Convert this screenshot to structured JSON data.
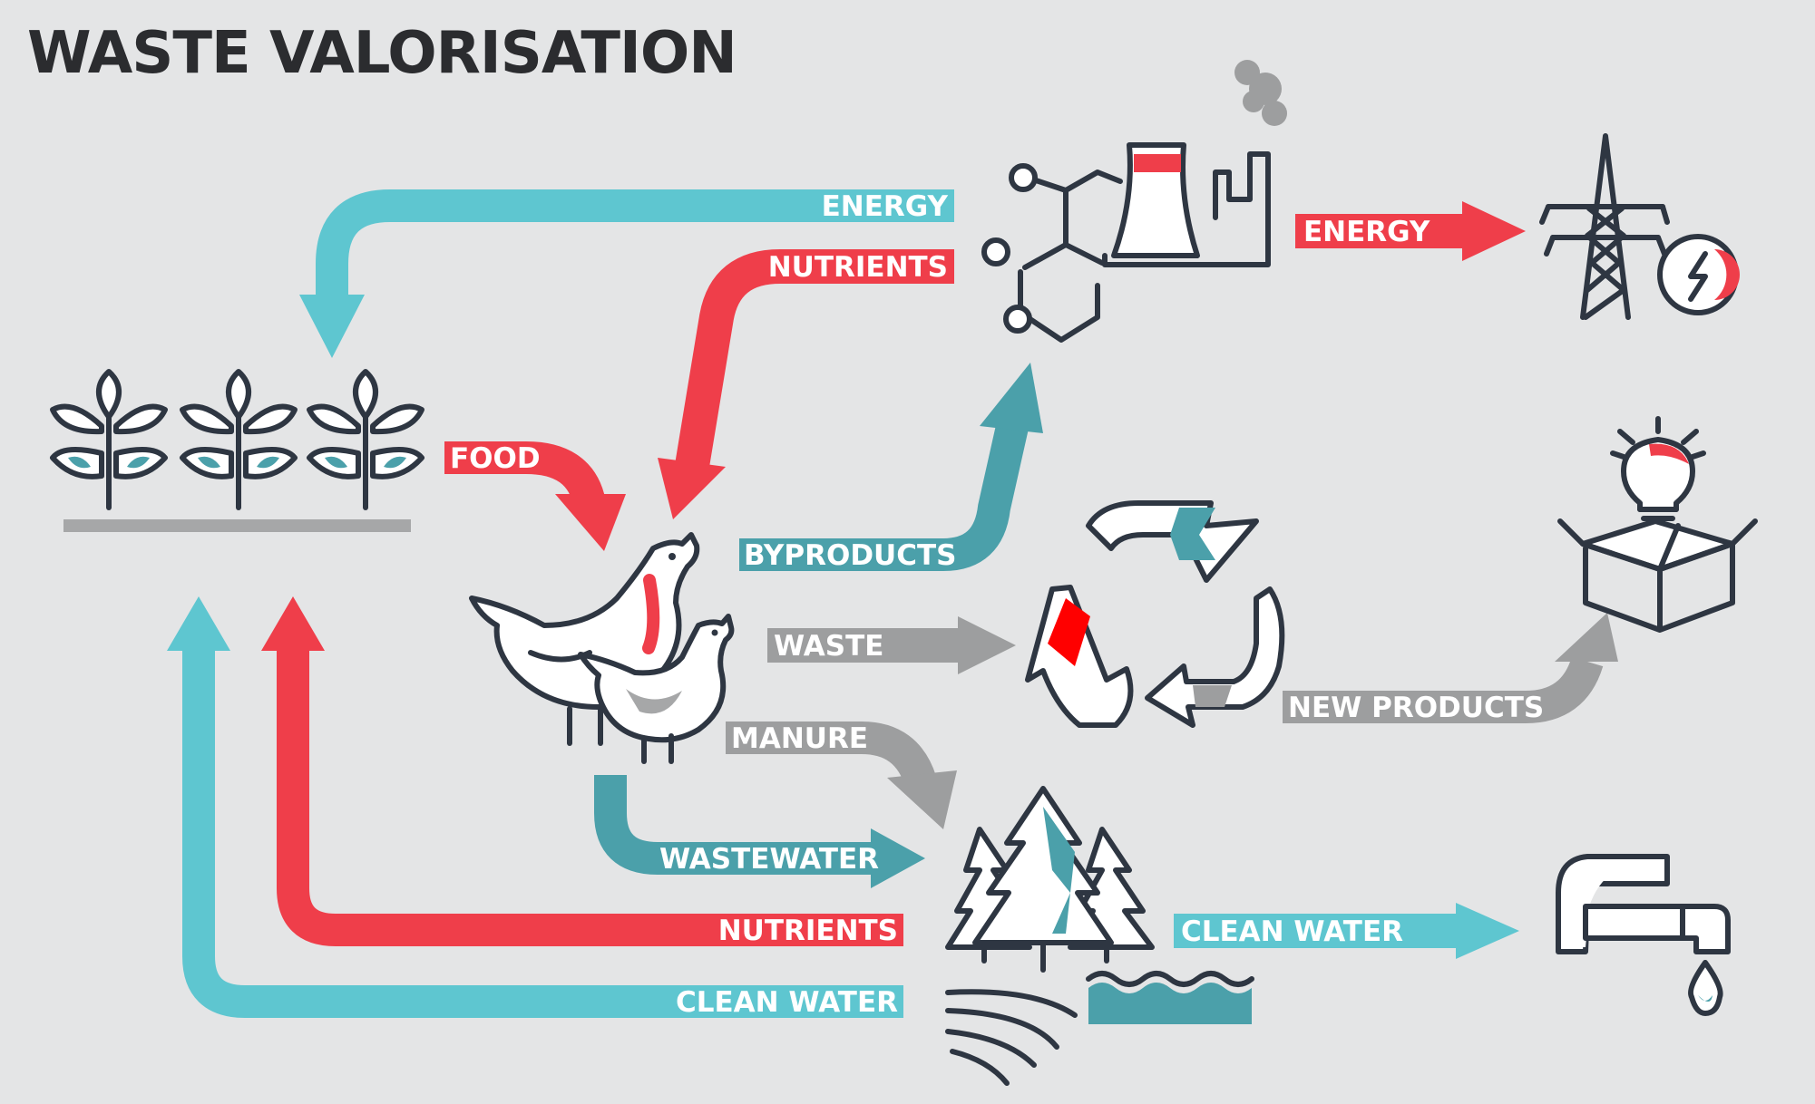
{
  "title": "WASTE VALORISATION",
  "colors": {
    "background": "#e4e5e6",
    "red": "#ef3e4a",
    "cyan": "#5ec6d0",
    "teal": "#4ba0aa",
    "gray": "#9d9e9f",
    "ink": "#2e3642"
  },
  "flows": {
    "energy_top": "ENERGY",
    "nutrients_top": "NUTRIENTS",
    "energy_right": "ENERGY",
    "food": "FOOD",
    "byproducts": "BYPRODUCTS",
    "waste": "WASTE",
    "manure": "MANURE",
    "new_products": "NEW PRODUCTS",
    "wastewater": "WASTEWATER",
    "nutrients_bottom": "NUTRIENTS",
    "clean_water_right": "CLEAN WATER",
    "clean_water_bottom": "CLEAN WATER"
  },
  "nodes": {
    "crops": "crops-icon",
    "poultry": "chicken-icon",
    "biorefinery": "power-plant-icon",
    "power_grid": "power-pylon-icon",
    "recycling": "recycle-icon",
    "new_products": "box-lightbulb-icon",
    "environment": "forest-water-icon",
    "tap": "water-tap-icon"
  }
}
